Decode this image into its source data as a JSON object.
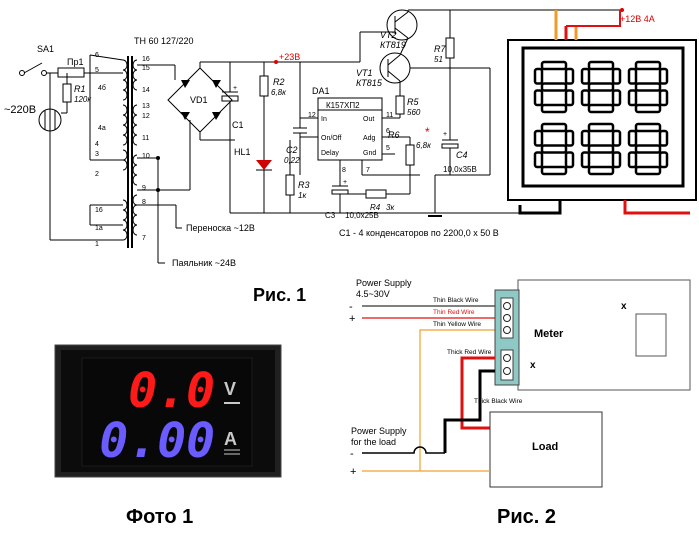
{
  "schematic": {
    "sa1": "SA1",
    "fuse": "Пр1",
    "r1_name": "R1",
    "r1_val": "120к",
    "mains": "~220В",
    "transformer": "ТН 60 127/220",
    "pins": [
      "6",
      "5",
      "16",
      "15",
      "14",
      "4б",
      "4а",
      "13",
      "12",
      "11",
      "10",
      "4",
      "3",
      "2",
      "9",
      "8",
      "16",
      "1а",
      "1",
      "7"
    ],
    "vd1": "VD1",
    "c1": "C1",
    "plus": "+",
    "v23": "+23В",
    "r2_name": "R2",
    "r2_val": "6,8к",
    "hl1": "HL1",
    "r3_name": "R3",
    "r3_val": "1к",
    "c2_name": "C2",
    "c2_val": "0,22",
    "da1": "DA1",
    "ic": "К157ХП2",
    "ic_pins": {
      "in": "In",
      "out": "Out",
      "onoff": "On/Off",
      "adg": "Adg",
      "delay": "Delay",
      "gnd": "Gnd"
    },
    "ic_nums": [
      "12",
      "11",
      "6",
      "5",
      "8",
      "7"
    ],
    "vt2_name": "VT2",
    "vt2_val": "КТ819",
    "vt1_name": "VT1",
    "vt1_val": "КТ815",
    "r7_name": "R7",
    "r7_val": "51",
    "r5_name": "R5",
    "r5_val": "560",
    "r6_name": "R6",
    "r6_star": "*",
    "r6_val": "6,8к",
    "r4_name": "R4",
    "r4_val": "3к",
    "c3_name": "C3",
    "c3_val": "10,0x25В",
    "c4_name": "C4",
    "c4_val": "10,0x35В",
    "out": "+12В 4А",
    "portable": "Переноска ~12В",
    "solder": "Паяльник ~24В",
    "note": "С1 - 4 конденсаторов по 2200,0 х 50 В"
  },
  "fig1": "Рис. 1",
  "photo": {
    "volts": "0.0",
    "amps": "0.00",
    "v_unit": "V",
    "a_unit": "A",
    "caption": "Фото 1"
  },
  "fig2": {
    "caption": "Рис. 2",
    "ps": "Power Supply",
    "ps_range": "4.5~30V",
    "thin_black": "Thin Black Wire",
    "thin_red": "Thin Red Wire",
    "thin_yellow": "Thin Yellow Wire",
    "thick_red": "Thick Red Wire",
    "thick_black": "Thick Black Wire",
    "meter": "Meter",
    "x": "x",
    "ps_load_1": "Power Supply",
    "ps_load_2": "for the load",
    "load": "Load",
    "minus": "-",
    "plus": "+"
  },
  "colors": {
    "red_digit": "#ff1a1a",
    "blue_digit": "#6a5cff",
    "orange_wire": "#f0a030",
    "red_wire": "#e01010",
    "meter_green": "#8ec9c6"
  }
}
